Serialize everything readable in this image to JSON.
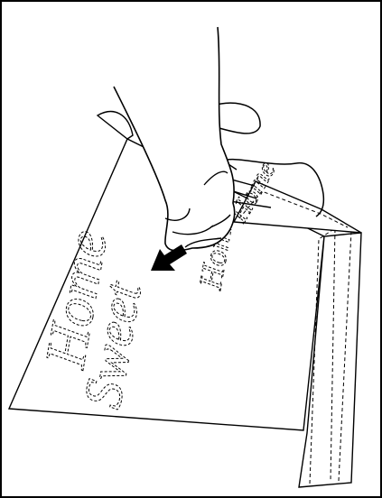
{
  "illustration": {
    "text_home_sweet": "Home",
    "text_sweet": "Sweet",
    "text_home": "Home",
    "text_small_home": "Home",
    "arrow_color": "#000000",
    "line_color": "#000000",
    "background": "#ffffff",
    "icon": "peel-direction-arrow-icon"
  }
}
